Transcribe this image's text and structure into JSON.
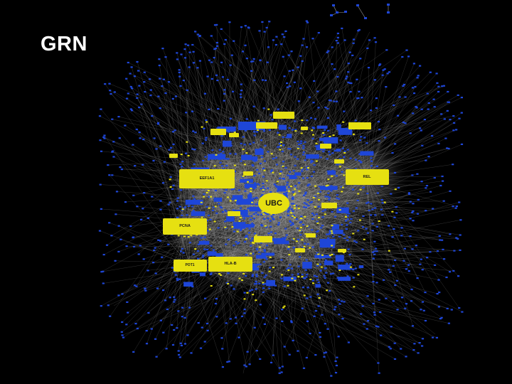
{
  "slide": {
    "title": "GRN"
  },
  "network": {
    "edge_color": "#9a9a9a",
    "small_node_color": "#1e46d8",
    "hub_node_color": "#e6e011",
    "background": "#000000",
    "hubs": [
      {
        "id": "hub-ubc",
        "label": "UBC",
        "shape": "ellipse"
      },
      {
        "id": "hub-eef1a1",
        "label": "EEF1A1",
        "shape": "rect"
      },
      {
        "id": "hub-pcna",
        "label": "PCNA",
        "shape": "rect"
      },
      {
        "id": "hub-rel",
        "label": "REL",
        "shape": "rect"
      },
      {
        "id": "hub-hlab",
        "label": "HLA-B",
        "shape": "rect"
      },
      {
        "id": "hub-pot1",
        "label": "POT1",
        "shape": "rect"
      }
    ]
  }
}
